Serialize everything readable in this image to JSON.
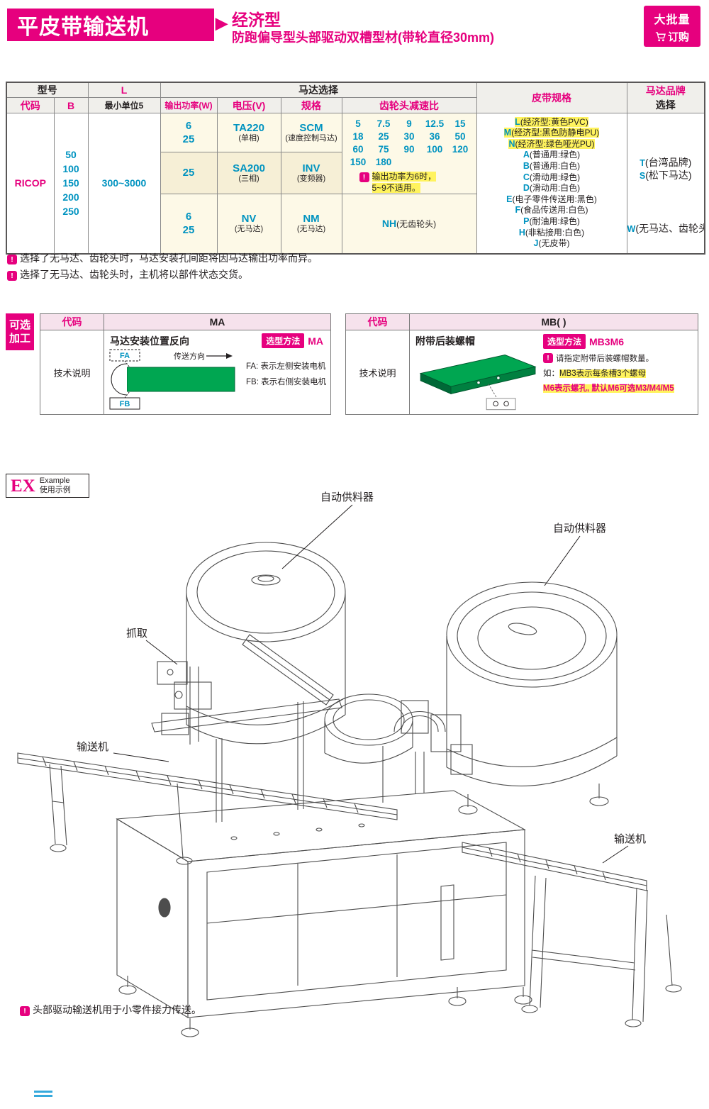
{
  "colors": {
    "magenta": "#e6007e",
    "teal": "#0093c0",
    "green": "#00a651",
    "highlight_yellow": "#fff35e"
  },
  "header": {
    "title": "平皮带输送机",
    "arrow": "▶",
    "type_label": "经济型",
    "subtitle": "防跑偏导型头部驱动双槽型材(带轮直径30mm)",
    "badge_line1": "大批量",
    "badge_line2": "订购"
  },
  "table": {
    "h": {
      "model": "型号",
      "code": "代码",
      "b": "B",
      "l": "L",
      "l_sub": "最小单位5",
      "motor": "马达选择",
      "power": "输出功率(W)",
      "voltage": "电压(V)",
      "spec": "规格",
      "gear": "齿轮头减速比",
      "belt": "皮带规格",
      "brand1": "马达品牌",
      "brand2": "选择"
    },
    "code_value": "RICOP",
    "b_values": [
      "50",
      "100",
      "150",
      "200",
      "250"
    ],
    "l_value": "300~3000",
    "rows": [
      {
        "power1": "6",
        "power2": "25",
        "voltage": "TA220",
        "voltage_note": "(单相)",
        "spec": "SCM",
        "spec_note": "(速度控制马达)"
      },
      {
        "power1": "25",
        "voltage": "SA200",
        "voltage_note": "(三相)",
        "spec": "INV",
        "spec_note": "(变频器)"
      },
      {
        "power1": "6",
        "power2": "25",
        "voltage": "NV",
        "voltage_note": "(无马达)",
        "spec": "NM",
        "spec_note": "(无马达)"
      }
    ],
    "gear": {
      "values": [
        "5",
        "7.5",
        "9",
        "12.5",
        "15",
        "18",
        "25",
        "30",
        "36",
        "50",
        "60",
        "75",
        "90",
        "100",
        "120",
        "150",
        "180"
      ],
      "note1": "输出功率为6时，",
      "note2": "5~9不适用。",
      "none_code": "NH",
      "none_desc": "(无齿轮头)"
    },
    "belts": [
      {
        "c": "L",
        "d": "(经济型:黄色PVC)"
      },
      {
        "c": "M",
        "d": "(经济型:黑色防静电PU)"
      },
      {
        "c": "N",
        "d": "(经济型:绿色哑光PU)"
      },
      {
        "c": "A",
        "d": "(普通用:绿色)"
      },
      {
        "c": "B",
        "d": "(普通用:白色)"
      },
      {
        "c": "C",
        "d": "(滑动用:绿色)"
      },
      {
        "c": "D",
        "d": "(滑动用:白色)"
      },
      {
        "c": "E",
        "d": "(电子零件传送用:黑色)"
      },
      {
        "c": "F",
        "d": "(食品传送用:白色)"
      },
      {
        "c": "P",
        "d": "(耐油用:绿色)"
      },
      {
        "c": "H",
        "d": "(非粘接用:白色)"
      },
      {
        "c": "J",
        "d": "(无皮带)"
      }
    ],
    "brands": [
      {
        "c": "T",
        "d": "(台湾品牌)"
      },
      {
        "c": "S",
        "d": "(松下马达)"
      }
    ],
    "brand_none": {
      "c": "W",
      "d": "(无马达、齿轮头)"
    }
  },
  "notes": {
    "icon": "!",
    "items": [
      "选择了无马达、齿轮头时，马达安装孔间距将因马达输出功率而异。",
      "选择了无马达、齿轮头时，主机将以部件状态交货。"
    ]
  },
  "optional": {
    "side_label1": "可选",
    "side_label2": "加工",
    "ma": {
      "code_label": "代码",
      "code_value": "MA",
      "tech_label": "技术说明",
      "title": "马达安装位置反向",
      "method_label": "选型方法",
      "method_value": "MA",
      "fa": "FA",
      "fb": "FB",
      "direction": "传送方向",
      "fa_desc": "FA: 表示左侧安装电机",
      "fb_desc": "FB: 表示右侧安装电机"
    },
    "mb": {
      "code_label": "代码",
      "code_value": "MB( )",
      "tech_label": "技术说明",
      "title": "附带后装螺帽",
      "method_label": "选型方法",
      "method_value": "MB3M6",
      "note1": "请指定附带后装螺帽数量。",
      "note2_prefix": "如：",
      "note2": "MB3表示每条槽3个螺母",
      "note3": "M6表示螺孔, 默认M6可选M3/M4/M5"
    }
  },
  "example": {
    "ex": "EX",
    "example_label": "Example",
    "usage_label": "使用示例",
    "labels": [
      "自动供料器",
      "自动供料器",
      "抓取",
      "输送机",
      "输送机"
    ],
    "note": "头部驱动输送机用于小零件接力传送。"
  }
}
